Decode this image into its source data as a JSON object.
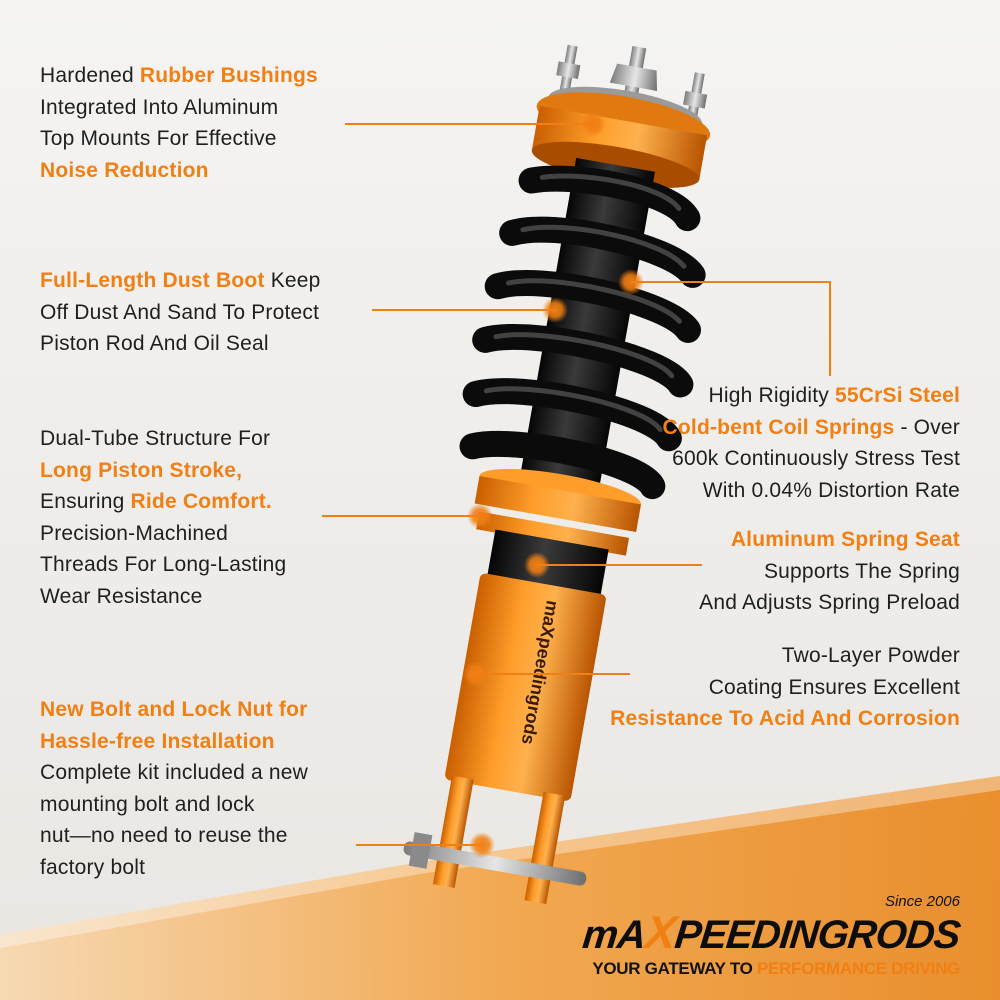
{
  "colors": {
    "accent": "#f07f14",
    "text": "#1f1f1f",
    "background": "#f3f1ee",
    "band": "#f2a54a"
  },
  "callouts": {
    "top_mount": [
      [
        {
          "t": "Hardened "
        },
        {
          "t": "Rubber Bushings",
          "hl": true
        }
      ],
      [
        {
          "t": "Integrated Into Aluminum"
        }
      ],
      [
        {
          "t": "Top Mounts For Effective"
        }
      ],
      [
        {
          "t": "Noise Reduction",
          "hl": true
        }
      ]
    ],
    "dust_boot": [
      [
        {
          "t": "Full-Length Dust Boot",
          "hl": true
        },
        {
          "t": " Keep"
        }
      ],
      [
        {
          "t": "Off Dust And Sand To Protect"
        }
      ],
      [
        {
          "t": "Piston Rod And Oil Seal"
        }
      ]
    ],
    "dual_tube": [
      [
        {
          "t": "Dual-Tube Structure For"
        }
      ],
      [
        {
          "t": "Long Piston Stroke,",
          "hl": true
        }
      ],
      [
        {
          "t": "Ensuring "
        },
        {
          "t": "Ride Comfort.",
          "hl": true
        }
      ],
      [
        {
          "t": "Precision-Machined"
        }
      ],
      [
        {
          "t": "Threads For Long-Lasting"
        }
      ],
      [
        {
          "t": "Wear Resistance"
        }
      ]
    ],
    "bolt": [
      [
        {
          "t": "New Bolt and Lock Nut for",
          "hl": true
        }
      ],
      [
        {
          "t": "Hassle-free Installation",
          "hl": true
        }
      ],
      [
        {
          "t": "Complete kit included a new"
        }
      ],
      [
        {
          "t": "mounting bolt and lock"
        }
      ],
      [
        {
          "t": "nut—no need to reuse the"
        }
      ],
      [
        {
          "t": "factory bolt"
        }
      ]
    ],
    "coil_spring": [
      [
        {
          "t": "High Rigidity "
        },
        {
          "t": "55CrSi Steel",
          "hl": true
        }
      ],
      [
        {
          "t": "Cold-bent Coil Springs",
          "hl": true
        },
        {
          "t": " - Over"
        }
      ],
      [
        {
          "t": "600k Continuously Stress Test"
        }
      ],
      [
        {
          "t": "With 0.04% Distortion Rate"
        }
      ]
    ],
    "spring_seat": [
      [
        {
          "t": "Aluminum Spring Seat",
          "hl": true
        }
      ],
      [
        {
          "t": "Supports The Spring"
        }
      ],
      [
        {
          "t": "And Adjusts Spring Preload"
        }
      ]
    ],
    "coating": [
      [
        {
          "t": "Two-Layer Powder"
        }
      ],
      [
        {
          "t": "Coating Ensures Excellent"
        }
      ],
      [
        {
          "t": "Resistance To Acid And Corrosion",
          "hl": true
        }
      ]
    ]
  },
  "logo": {
    "since": "Since 2006",
    "brand_pre": "mA",
    "brand_x": "X",
    "brand_post": "PEEDINGRODS",
    "tagline_pre": "YOUR GATEWAY TO ",
    "tagline_hl": "PERFORMANCE DRIVING"
  },
  "shock_body_text": "maXpeedingrods"
}
